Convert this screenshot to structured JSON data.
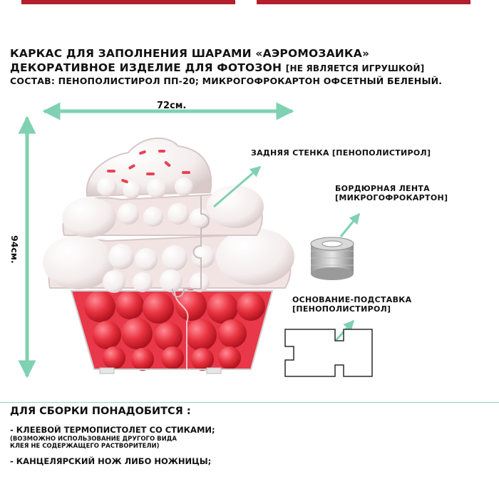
{
  "header": {
    "line1": "каркас для заполнения шарами «аэромозаика»",
    "line2_main": "декоративное изделие для фотозон",
    "line2_small": "[не является игрушкой]",
    "line3": "состав: пенополистирол пп-20; микрогофрокартон офсетный беленый."
  },
  "dimensions": {
    "width": "72см.",
    "height": "94см."
  },
  "labels": {
    "back_wall": "задняя стенка [пенополистирол]",
    "border_tape_1": "бордюрная лента",
    "border_tape_2": "[микрогофрокартон]",
    "base_1": "основание-подставка",
    "base_2": "[пенополистирол]"
  },
  "assembly": {
    "title": "для сборки понадобится :",
    "item1": "- клеевой термопистолет со стиками;",
    "note1": "(возможно использование другого вида",
    "note2": "клея не содержащего растворители)",
    "item2": "- канцелярский нож либо ножницы;"
  },
  "colors": {
    "arrow": "#7fd1b2",
    "cup": "#e8384a",
    "balloon_white": "#f7f3f3",
    "sprinkle": "#e8434f"
  }
}
